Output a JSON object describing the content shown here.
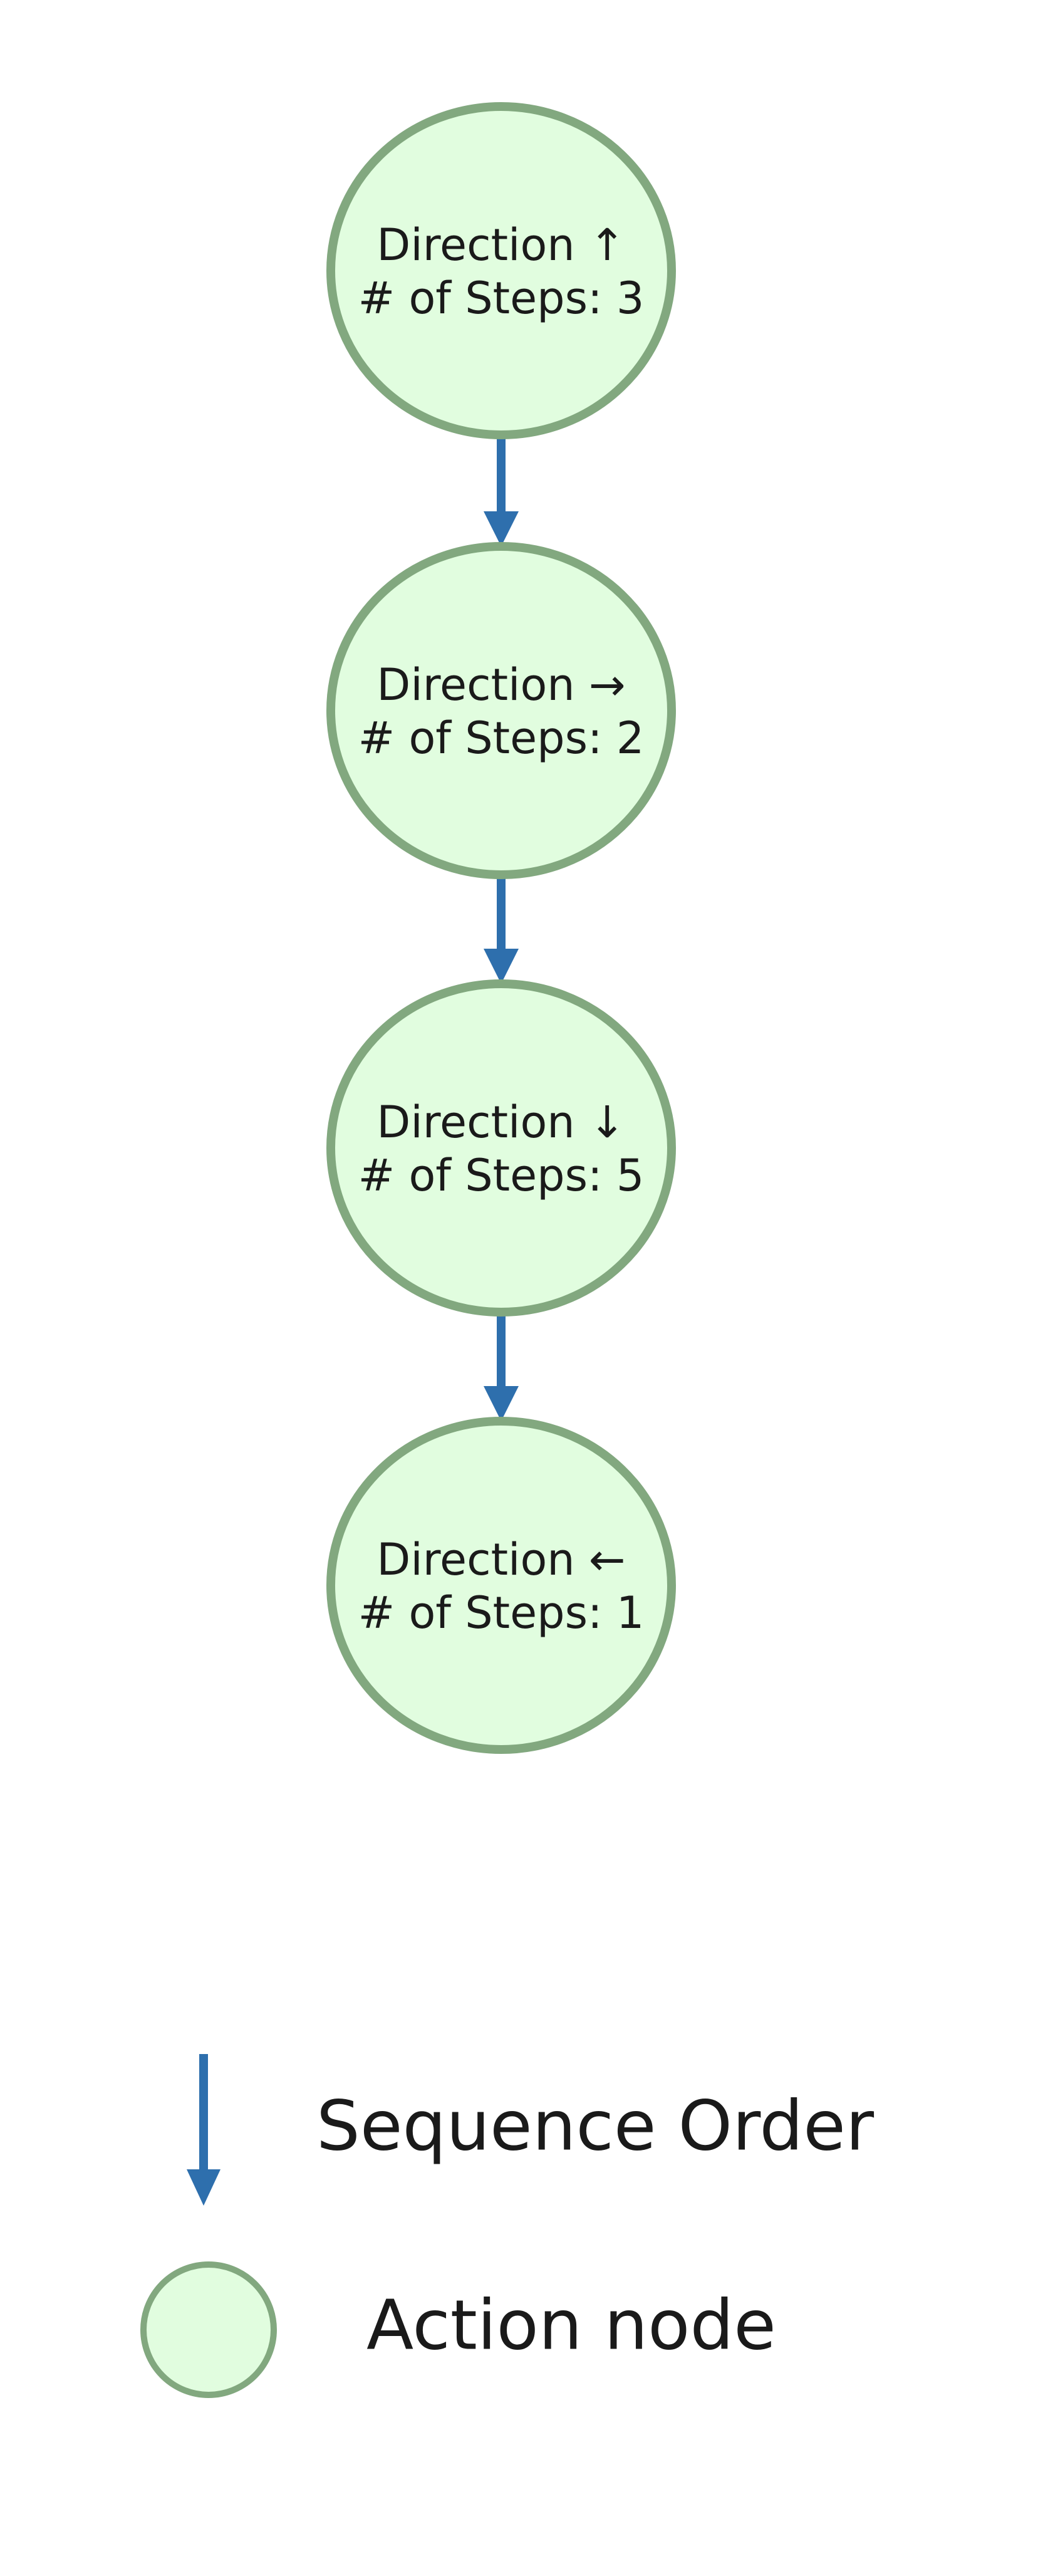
{
  "colors": {
    "node_fill": "#e1fddf",
    "node_stroke": "#82a87f",
    "edge": "#2e6fad",
    "text": "#1a1a1a"
  },
  "nodes": [
    {
      "id": "n1",
      "direction_label": "Direction ↑",
      "steps_label": "# of Steps: 3"
    },
    {
      "id": "n2",
      "direction_label": "Direction →",
      "steps_label": "# of Steps: 2"
    },
    {
      "id": "n3",
      "direction_label": "Direction ↓",
      "steps_label": "# of Steps: 5"
    },
    {
      "id": "n4",
      "direction_label": "Direction ←",
      "steps_label": "# of Steps: 1"
    }
  ],
  "edges": [
    {
      "from": "n1",
      "to": "n2"
    },
    {
      "from": "n2",
      "to": "n3"
    },
    {
      "from": "n3",
      "to": "n4"
    }
  ],
  "legend": {
    "sequence_label": "Sequence Order",
    "node_label": "Action node"
  }
}
